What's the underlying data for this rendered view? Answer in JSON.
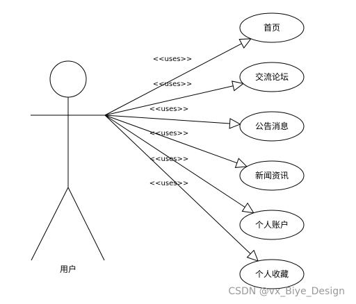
{
  "actor": {
    "label": "用户"
  },
  "stereotype": "<<uses>>",
  "use_cases": [
    {
      "label": "首页"
    },
    {
      "label": "交流论坛"
    },
    {
      "label": "公告消息"
    },
    {
      "label": "新闻资讯"
    },
    {
      "label": "个人账户"
    },
    {
      "label": "个人收藏"
    }
  ],
  "watermark": "CSDN @vx_Biye_Design"
}
